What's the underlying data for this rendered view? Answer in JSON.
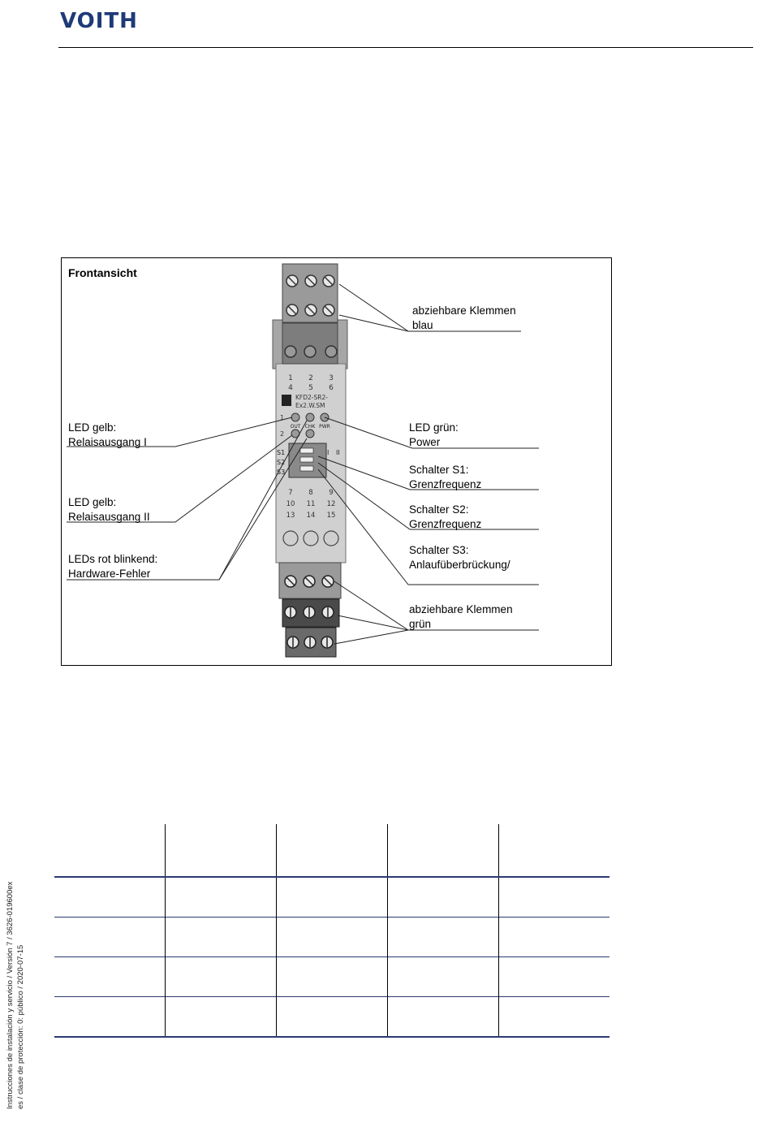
{
  "header": {
    "logo_text": "VOITH"
  },
  "figure": {
    "title": "Frontansicht",
    "device": {
      "terminal_top": [
        "1",
        "2",
        "3",
        "4",
        "5",
        "6"
      ],
      "model_label": [
        "KFD2-SR2-",
        "Ex2.W.SM"
      ],
      "led_labels": [
        "OUT",
        "CHK",
        "PWR"
      ],
      "row_numbers": [
        "1",
        "2"
      ],
      "switch_labels": [
        "S1",
        "S2",
        "S3"
      ],
      "switch_columns": [
        "I",
        "II"
      ],
      "terminal_bottom": [
        "7",
        "8",
        "9",
        "10",
        "11",
        "12",
        "13",
        "14",
        "15"
      ]
    },
    "labels": {
      "terminals_blue": [
        "abziehbare Klemmen",
        "blau"
      ],
      "led_green": [
        "LED grün:",
        "Power"
      ],
      "switch_s1": [
        "Schalter S1:",
        "Grenzfrequenz"
      ],
      "switch_s2": [
        "Schalter S2:",
        "Grenzfrequenz"
      ],
      "switch_s3": [
        "Schalter S3:",
        "Anlaufüberbrückung/"
      ],
      "terminals_green": [
        "abziehbare Klemmen",
        "grün"
      ],
      "led_yellow_1": [
        "LED gelb:",
        "Relaisausgang I"
      ],
      "led_yellow_2": [
        "LED gelb:",
        "Relaisausgang II"
      ],
      "leds_red": [
        "LEDs rot blinkend:",
        "Hardware-Fehler"
      ]
    }
  },
  "table": {
    "rows": 5,
    "columns": 5
  },
  "side_note": {
    "line1": "Instrucciones de instalación y servicio / Versión 7 / 3626-019600ex",
    "line2": "es / clase de protección: 0: público / 2020-07-15"
  },
  "colors": {
    "brand": "#1f3a78",
    "table_rule": "#2b3a70"
  }
}
